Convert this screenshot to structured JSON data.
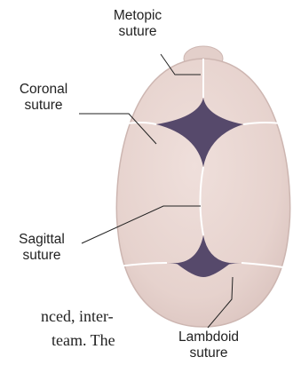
{
  "labels": {
    "metopic": {
      "line1": "Metopic",
      "line2": "suture"
    },
    "coronal": {
      "line1": "Coronal",
      "line2": "suture"
    },
    "sagittal": {
      "line1": "Sagittal",
      "line2": "suture"
    },
    "lambdoid": {
      "line1": "Lambdoid",
      "line2": "suture"
    }
  },
  "body_text": {
    "line1": "nced, inter-",
    "line2": "team. The"
  },
  "colors": {
    "skull_bone": "#ead7d3",
    "skull_rim": "#cdb6b1",
    "fontanelle": "#56496b",
    "suture_line": "#ffffff",
    "leader_line": "#222222"
  }
}
